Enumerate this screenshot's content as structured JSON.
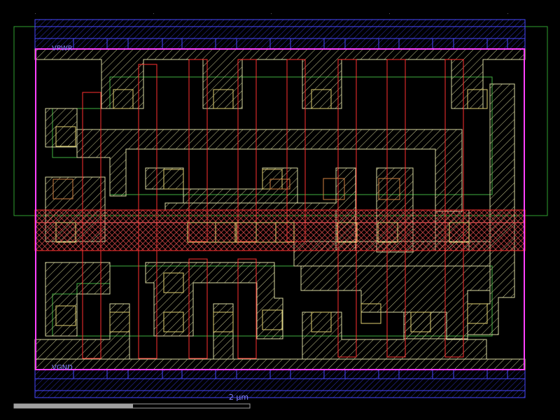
{
  "labels": {
    "vpwr": "VPWR",
    "vgnd": "VGND",
    "scale": "2 µm"
  },
  "colors": {
    "background": "#000000",
    "boundary": "#ff40ff",
    "metal1": "#4848ff",
    "li": "#d8d8a0",
    "poly": "#ff3030",
    "diffusion": "#60c060",
    "nwell": "#30a030",
    "contact": "#e0d070",
    "label": "#8080ff",
    "scalebar": "#a0a0a0"
  }
}
